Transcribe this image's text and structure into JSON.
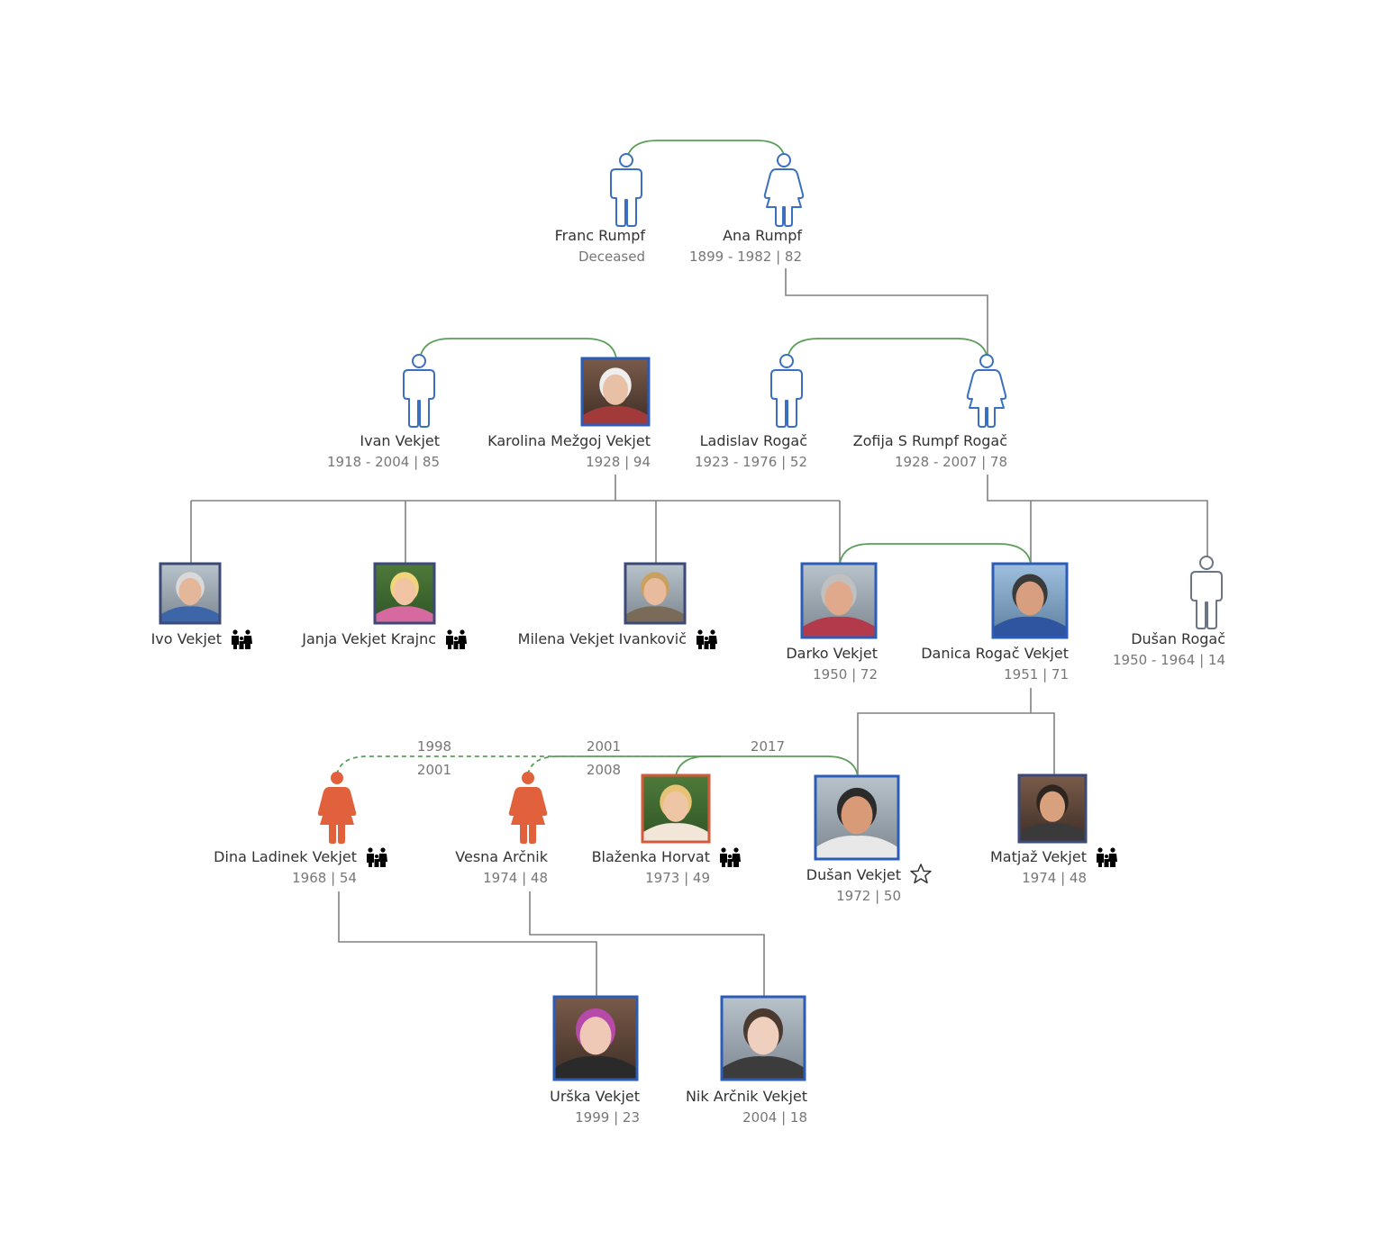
{
  "people": [
    {
      "id": "franc",
      "name": "Franc Rumpf",
      "sub": "Deceased",
      "style": "outline-male"
    },
    {
      "id": "ana",
      "name": "Ana Rumpf",
      "sub": "1899 - 1982 | 82",
      "style": "outline-female"
    },
    {
      "id": "ivan",
      "name": "Ivan Vekjet",
      "sub": "1918 - 2004 | 85",
      "style": "outline-male"
    },
    {
      "id": "karolina",
      "name": "Karolina Mežgoj Vekjet",
      "sub": "1928 | 94",
      "style": "photo",
      "photo_desc": "elderly woman with white hair",
      "frame": "#2b5db8"
    },
    {
      "id": "ladislav",
      "name": "Ladislav Rogač",
      "sub": "1923 - 1976 | 52",
      "style": "outline-male"
    },
    {
      "id": "zofija",
      "name": "Zofija S Rumpf Rogač",
      "sub": "1928 - 2007 | 78",
      "style": "outline-female"
    },
    {
      "id": "ivo",
      "name": "Ivo Vekjet",
      "sub": "",
      "style": "photo",
      "photo_desc": "older man",
      "frame": "#3c4a78",
      "family_icon": true
    },
    {
      "id": "janja",
      "name": "Janja Vekjet Krajnc",
      "sub": "",
      "style": "photo",
      "photo_desc": "blonde woman",
      "frame": "#3c4a78",
      "family_icon": true
    },
    {
      "id": "milena",
      "name": "Milena Vekjet Ivankovič",
      "sub": "",
      "style": "photo",
      "photo_desc": "woman with glasses",
      "frame": "#3c4a78",
      "family_icon": true
    },
    {
      "id": "darko",
      "name": "Darko Vekjet",
      "sub": "1950 | 72",
      "style": "photo",
      "photo_desc": "bald man with mustache",
      "frame": "#2b5db8"
    },
    {
      "id": "danica",
      "name": "Danica Rogač Vekjet",
      "sub": "1951 | 71",
      "style": "photo",
      "photo_desc": "man with glasses",
      "frame": "#2b5db8"
    },
    {
      "id": "dusanr",
      "name": "Dušan Rogač",
      "sub": "1950 - 1964 | 14",
      "style": "outline-male-gray"
    },
    {
      "id": "dina",
      "name": "Dina Ladinek Vekjet",
      "sub": "1968 | 54",
      "style": "filled-female",
      "family_icon": true
    },
    {
      "id": "vesna",
      "name": "Vesna Arčnik",
      "sub": "1974 | 48",
      "style": "filled-female"
    },
    {
      "id": "blazenka",
      "name": "Blaženka Horvat",
      "sub": "1973 | 49",
      "style": "photo",
      "photo_desc": "blonde woman with sunglasses",
      "frame": "#d35a3a",
      "family_icon": true
    },
    {
      "id": "dusanv",
      "name": "Dušan Vekjet",
      "sub": "1972 | 50",
      "style": "photo",
      "photo_desc": "man with sunglasses",
      "frame": "#2b5db8",
      "star": true
    },
    {
      "id": "matjaz",
      "name": "Matjaž Vekjet",
      "sub": "1974 | 48",
      "style": "photo",
      "photo_desc": "man with beard",
      "frame": "#3c4a78",
      "family_icon": true
    },
    {
      "id": "urska",
      "name": "Urška Vekjet",
      "sub": "1999 | 23",
      "style": "photo",
      "photo_desc": "girl with purple hair and hat",
      "frame": "#2b5db8"
    },
    {
      "id": "nik",
      "name": "Nik Arčnik Vekjet",
      "sub": "2004 | 18",
      "style": "photo",
      "photo_desc": "boy with glasses",
      "frame": "#2b5db8"
    }
  ],
  "unions": [
    {
      "a": "franc",
      "b": "ana",
      "type": "current"
    },
    {
      "a": "ivan",
      "b": "karolina",
      "type": "current"
    },
    {
      "a": "ladislav",
      "b": "zofija",
      "type": "current"
    },
    {
      "a": "darko",
      "b": "danica",
      "type": "current"
    },
    {
      "a": "dina",
      "b": "dusanv",
      "type": "former",
      "start": "1998",
      "end": "2001"
    },
    {
      "a": "vesna",
      "b": "dusanv",
      "type": "former",
      "start": "2001",
      "end": "2008"
    },
    {
      "a": "blazenka",
      "b": "dusanv",
      "type": "current",
      "start": "2017"
    }
  ],
  "colors": {
    "line": "#808080",
    "union": "#5a9e5a",
    "outline_icon": "#3b6fc0",
    "filled_icon": "#e0613b",
    "text": "#333333",
    "subtext": "#777777"
  }
}
